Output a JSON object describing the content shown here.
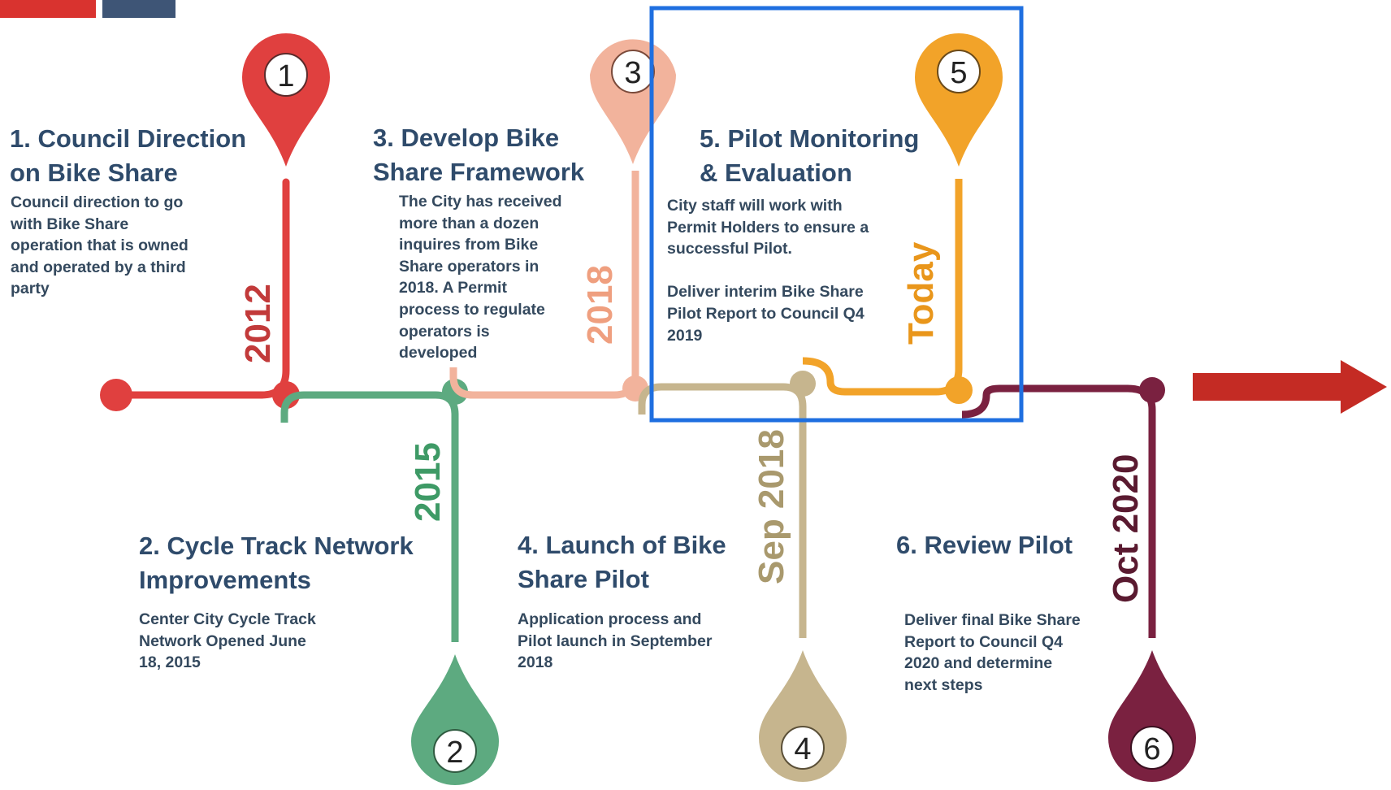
{
  "colors": {
    "red": "#e0403f",
    "green": "#5daa80",
    "salmon": "#f2b39c",
    "tan": "#c6b58e",
    "orange": "#f2a329",
    "maroon": "#7a2140",
    "arrow": "#c42b24",
    "highlight": "#1f6fe0",
    "text": "#2f4b6b"
  },
  "milestones": [
    {
      "num": "1",
      "title": "1. Council Direction\non Bike Share",
      "desc": "Council direction to go\nwith Bike Share\noperation that is owned\nand operated by a third\nparty",
      "year": "2012"
    },
    {
      "num": "2",
      "title": "2. Cycle Track Network\nImprovements",
      "desc": "Center City Cycle Track\nNetwork Opened June\n18, 2015",
      "year": "2015"
    },
    {
      "num": "3",
      "title": "3. Develop Bike\nShare Framework",
      "desc": "The City has received\nmore than a dozen\ninquires from Bike\nShare operators in\n2018. A Permit\nprocess to regulate\noperators is\ndeveloped",
      "year": "2018"
    },
    {
      "num": "4",
      "title": "4. Launch of Bike\nShare Pilot",
      "desc": "Application process and\nPilot launch in September\n2018",
      "year": "Sep 2018"
    },
    {
      "num": "5",
      "title": "5. Pilot Monitoring\n& Evaluation",
      "desc": "City staff will work with\nPermit Holders to ensure a\nsuccessful Pilot.\n\nDeliver interim Bike Share\nPilot Report to Council Q4\n2019",
      "year": "Today"
    },
    {
      "num": "6",
      "title": "6. Review Pilot",
      "desc": "Deliver final Bike Share\nReport to Council Q4\n2020 and determine\nnext steps",
      "year": "Oct 2020"
    }
  ]
}
